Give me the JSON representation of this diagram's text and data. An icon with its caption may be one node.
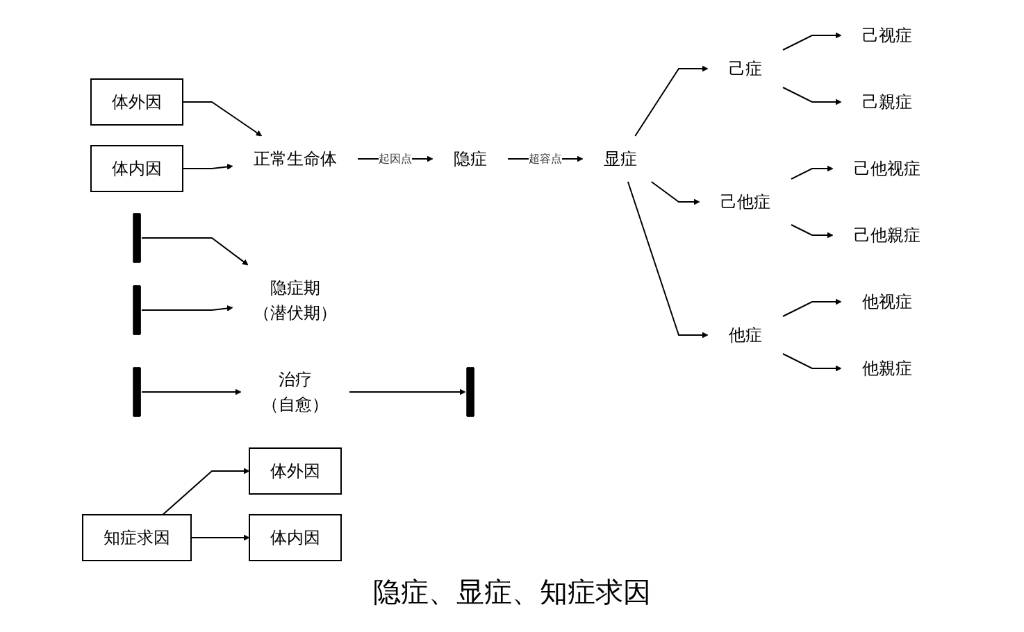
{
  "diagram": {
    "caption": "隐症、显症、知症求因",
    "nodes": [
      {
        "text": [
          "体外因"
        ]
      },
      {
        "text": [
          "正常生命体"
        ]
      },
      {
        "text": [
          "体内因"
        ]
      },
      {
        "text": [],
        "shape": "bar"
      },
      {
        "text": [
          "隐症期",
          "（潜伏期）"
        ]
      },
      {
        "text": [],
        "shape": "bar"
      },
      {
        "text": [
          "隐症"
        ]
      },
      {
        "text": [
          "显症"
        ]
      },
      {
        "text": [],
        "shape": "bar"
      },
      {
        "text": [
          "治疗",
          "（自愈）"
        ]
      },
      {
        "text": [],
        "shape": "bar"
      },
      {
        "text": [
          "己症"
        ]
      },
      {
        "text": [
          "己视症"
        ]
      },
      {
        "text": [
          "己親症"
        ]
      },
      {
        "text": [
          "己他症"
        ]
      },
      {
        "text": [
          "己他视症"
        ]
      },
      {
        "text": [
          "己他親症"
        ]
      },
      {
        "text": [
          "他症"
        ]
      },
      {
        "text": [
          "他视症"
        ]
      },
      {
        "text": [
          "他親症"
        ]
      },
      {
        "text": [
          "知症求因"
        ]
      },
      {
        "text": [
          "体外因"
        ]
      },
      {
        "text": [
          "体内因"
        ]
      }
    ],
    "edges": [
      {
        "from": 0,
        "to": 1,
        "arrow": "to"
      },
      {
        "from": 2,
        "to": 1,
        "arrow": "to"
      },
      {
        "from": 1,
        "to": 6,
        "arrow": "to",
        "label": "起因点"
      },
      {
        "from": 6,
        "to": 7,
        "arrow": "to",
        "label": "超容点"
      },
      {
        "from": 3,
        "to": 4,
        "arrow": "to"
      },
      {
        "from": 5,
        "to": 4,
        "arrow": "to"
      },
      {
        "from": 9,
        "to": 8,
        "arrow": "to"
      },
      {
        "from": 10,
        "to": 9,
        "arrow": "to"
      },
      {
        "from": 7,
        "to": 11,
        "arrow": "to"
      },
      {
        "from": 7,
        "to": 14,
        "arrow": "to"
      },
      {
        "from": 7,
        "to": 17,
        "arrow": "to"
      },
      {
        "from": 11,
        "to": 12,
        "arrow": "to"
      },
      {
        "from": 11,
        "to": 13,
        "arrow": "to"
      },
      {
        "from": 14,
        "to": 15,
        "arrow": "to"
      },
      {
        "from": 14,
        "to": 16,
        "arrow": "to"
      },
      {
        "from": 17,
        "to": 18,
        "arrow": "to"
      },
      {
        "from": 17,
        "to": 19,
        "arrow": "to"
      },
      {
        "from": 20,
        "to": 21,
        "arrow": "to"
      },
      {
        "from": 20,
        "to": 22,
        "arrow": "to"
      }
    ]
  }
}
